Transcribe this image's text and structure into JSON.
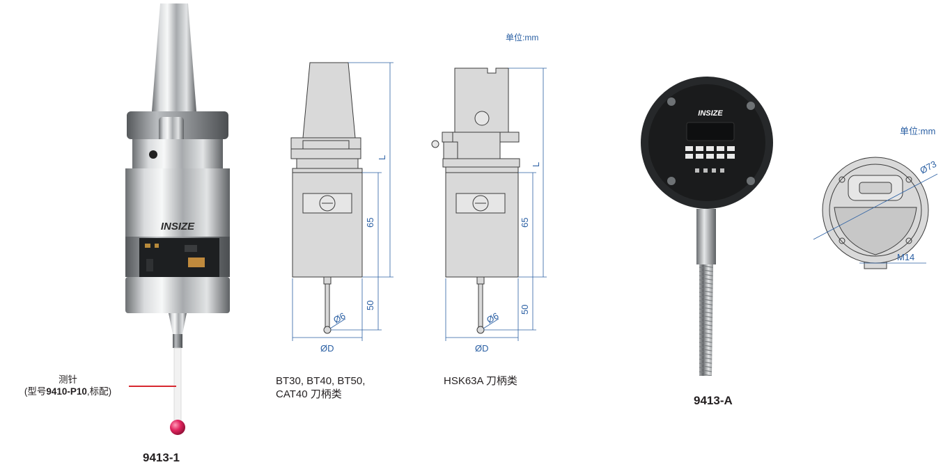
{
  "probe_photo": {
    "brand_logo": "INSIZE",
    "stylus_label_line1": "测针",
    "stylus_label_prefix": "(型号",
    "stylus_label_model": "9410-P10",
    "stylus_label_suffix": ",标配)",
    "model": "9413-1"
  },
  "drawings": {
    "unit_label": "单位:mm",
    "bt_drawing": {
      "dim_L": "L",
      "dim_65": "65",
      "dim_50": "50",
      "dim_stylus": "Ø6",
      "dim_body": "ØD",
      "caption_line1": "BT30, BT40, BT50,",
      "caption_line2": "CAT40 刀柄类"
    },
    "hsk_drawing": {
      "dim_L": "L",
      "dim_65": "65",
      "dim_50": "50",
      "dim_stylus": "Ø6",
      "dim_body": "ØD",
      "caption": "HSK63A 刀柄类"
    }
  },
  "receiver": {
    "brand_logo": "INSIZE",
    "model": "9413-A",
    "unit_label": "单位:mm",
    "dim_diameter": "Ø73",
    "dim_thread": "M14"
  },
  "colors": {
    "dimension_blue": "#2a5fa3",
    "callout_red": "#d7282f",
    "stylus_ball": "#e0245e"
  }
}
